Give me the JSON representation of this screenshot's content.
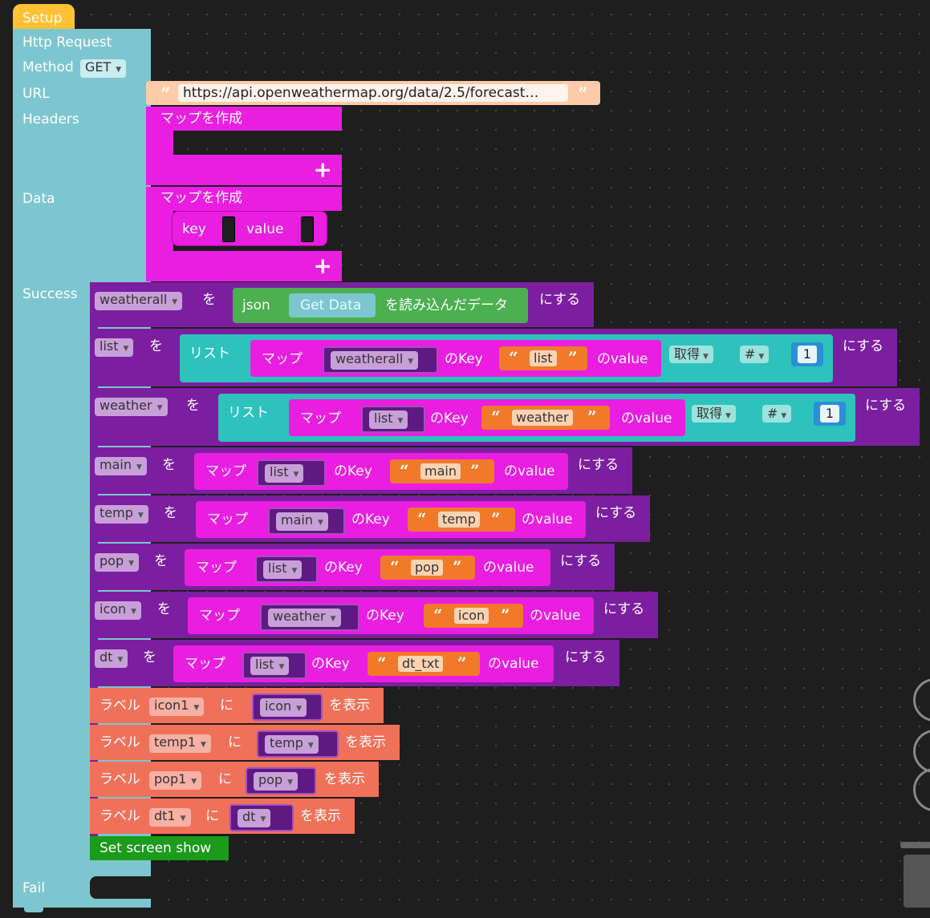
{
  "setup": {
    "label": "Setup"
  },
  "http": {
    "title": "Http Request",
    "method_label": "Method",
    "method_value": "GET",
    "url_label": "URL",
    "url_value": "https://api.openweathermap.org/data/2.5/forecast…",
    "headers_label": "Headers",
    "data_label": "Data",
    "success_label": "Success",
    "fail_label": "Fail"
  },
  "map_create": "マップを作成",
  "kv": {
    "key": "key",
    "value": "value"
  },
  "plus": "+",
  "quote_open": "“",
  "quote_close": "”",
  "words": {
    "wo": "を",
    "nisuru": "にする",
    "json": "json",
    "get_data": "Get Data",
    "read_data": "を読み込んだデータ",
    "list": "リスト",
    "map": "マップ",
    "no_key": "のKey",
    "no_value": "のvalue",
    "get": "取得",
    "hash": "#",
    "label": "ラベル",
    "ni": "に",
    "show": "を表示"
  },
  "vars": [
    {
      "name": "weatherall"
    },
    {
      "name": "list",
      "src": "weatherall",
      "key": "list",
      "index": "1"
    },
    {
      "name": "weather",
      "src": "list",
      "key": "weather",
      "index": "1"
    },
    {
      "name": "main",
      "src": "list",
      "key": "main"
    },
    {
      "name": "temp",
      "src": "main",
      "key": "temp"
    },
    {
      "name": "pop",
      "src": "list",
      "key": "pop"
    },
    {
      "name": "icon",
      "src": "weather",
      "key": "icon"
    },
    {
      "name": "dt",
      "src": "list",
      "key": "dt_txt"
    }
  ],
  "labels": [
    {
      "target": "icon1",
      "var": "icon"
    },
    {
      "target": "temp1",
      "var": "temp"
    },
    {
      "target": "pop1",
      "var": "pop"
    },
    {
      "target": "dt1",
      "var": "dt"
    }
  ],
  "screen": "Set screen show",
  "colors": {
    "setup": "#ffc234",
    "http": "#7dc6cf",
    "map": "#e91ee0",
    "variable": "#7b1fa0",
    "list": "#2dc2bc",
    "json": "#4caf50",
    "string": "#f07a2a",
    "number": "#2a8fd6",
    "label": "#f0715a",
    "screen": "#1a9b1a",
    "text": "#fdcba8"
  }
}
